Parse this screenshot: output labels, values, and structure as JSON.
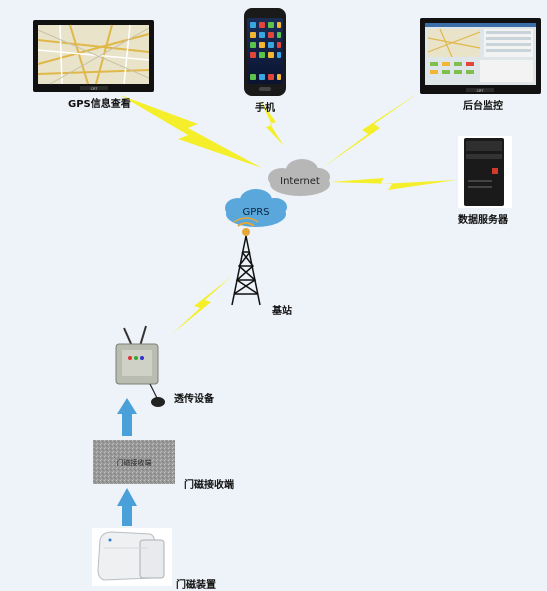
{
  "nodes": {
    "gps_view": {
      "label": "GPS信息查看",
      "monitor_brand": "CRT"
    },
    "phone": {
      "label": "手机"
    },
    "backend_monitor": {
      "label": "后台监控",
      "monitor_brand": "CRT"
    },
    "internet": {
      "label": "Internet"
    },
    "gprs": {
      "label": "GPRS"
    },
    "data_server": {
      "label": "数据服务器"
    },
    "base_station": {
      "label": "基站"
    },
    "relay_device": {
      "label": "透传设备"
    },
    "receiver": {
      "label": "门磁接收端",
      "box_text": "门磁接收端"
    },
    "door_sensor": {
      "label": "门磁装置"
    }
  },
  "colors": {
    "background": "#eef3f9",
    "lightning": "#f4ef2a",
    "arrow": "#4aa0d8",
    "gprs_cloud": "#5aa7dc",
    "internet_cloud": "#b7b7b7"
  }
}
